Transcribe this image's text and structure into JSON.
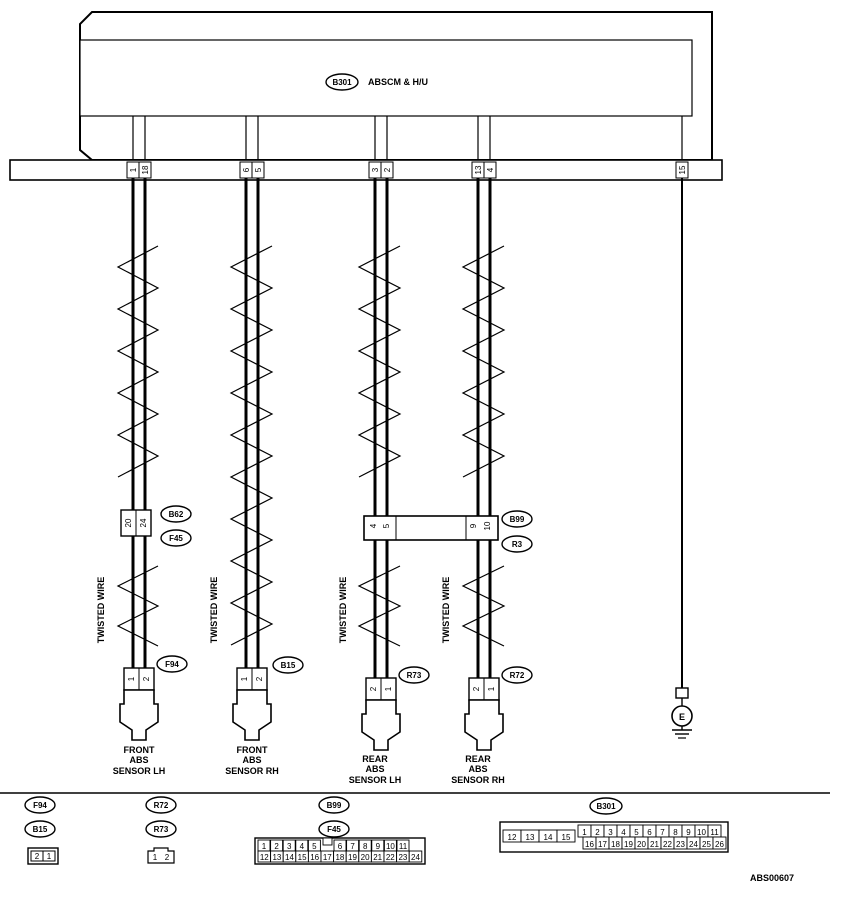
{
  "unit": {
    "tag": "B301",
    "label": "ABSCM & H/U",
    "ground_pin": "15"
  },
  "channels": [
    {
      "pins": [
        "1",
        "18"
      ],
      "twisted_label": "TWISTED WIRE",
      "mid_connector": {
        "tag_top": "B62",
        "tag_bottom": "F45",
        "pins": [
          "20",
          "24"
        ]
      },
      "end_connector": {
        "tag": "F94",
        "pins": [
          "1",
          "2"
        ]
      },
      "sensor": [
        "FRONT",
        "ABS",
        "SENSOR  LH"
      ]
    },
    {
      "pins": [
        "6",
        "5"
      ],
      "twisted_label": "TWISTED WIRE",
      "mid_connector": null,
      "end_connector": {
        "tag": "B15",
        "pins": [
          "1",
          "2"
        ]
      },
      "sensor": [
        "FRONT",
        "ABS",
        "SENSOR  RH"
      ]
    },
    {
      "pins": [
        "3",
        "2"
      ],
      "twisted_label": "TWISTED WIRE",
      "mid_connector": {
        "pins": [
          "4",
          "5"
        ]
      },
      "end_connector": {
        "tag": "R73",
        "pins": [
          "2",
          "1"
        ]
      },
      "sensor": [
        "REAR",
        "ABS",
        "SENSOR  LH"
      ]
    },
    {
      "pins": [
        "13",
        "4"
      ],
      "twisted_label": "TWISTED WIRE",
      "mid_connector": {
        "pins": [
          "9",
          "10"
        ]
      },
      "end_connector": {
        "tag": "R72",
        "pins": [
          "2",
          "1"
        ]
      },
      "sensor": [
        "REAR",
        "ABS",
        "SENSOR  RH"
      ]
    }
  ],
  "shared_connector": {
    "tag_top": "B99",
    "tag_bottom": "R3"
  },
  "ground": {
    "label": "E"
  },
  "legend": [
    {
      "tags": [
        "F94",
        "B15"
      ],
      "rows": [
        [
          "2",
          "1"
        ]
      ]
    },
    {
      "tags": [
        "R72",
        "R73"
      ],
      "rows": [
        [
          "1",
          "2"
        ]
      ]
    },
    {
      "tags": [
        "B99",
        "F45"
      ],
      "rows": [
        [
          "1",
          "2",
          "3",
          "4",
          "5",
          "",
          "6",
          "7",
          "8",
          "9",
          "10",
          "11"
        ],
        [
          "12",
          "13",
          "14",
          "15",
          "16",
          "17",
          "18",
          "19",
          "20",
          "21",
          "22",
          "23",
          "24"
        ]
      ]
    },
    {
      "tags": [
        "B301"
      ],
      "left_rows": [
        [
          "12",
          "13",
          "14",
          "15"
        ]
      ],
      "rows": [
        [
          "1",
          "2",
          "3",
          "4",
          "5",
          "6",
          "7",
          "8",
          "9",
          "10",
          "11"
        ],
        [
          "16",
          "17",
          "18",
          "19",
          "20",
          "21",
          "22",
          "23",
          "24",
          "25",
          "26"
        ]
      ]
    }
  ],
  "figure_code": "ABS00607"
}
